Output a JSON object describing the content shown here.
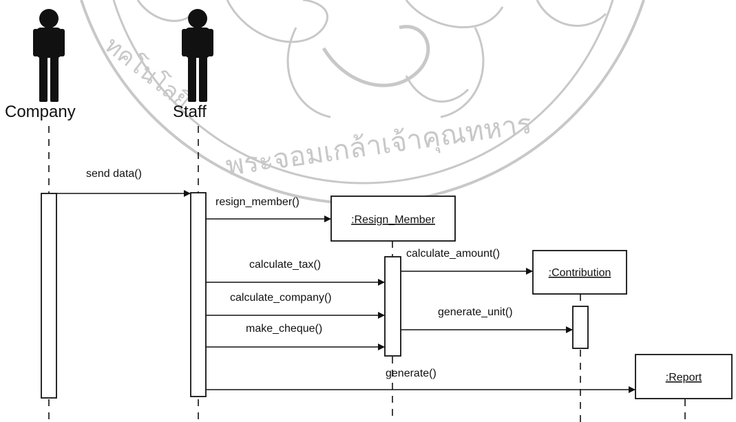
{
  "actors": {
    "company": "Company",
    "staff": "Staff"
  },
  "objects": {
    "resign_member": ":Resign_Member",
    "contribution": ":Contribution",
    "report": ":Report"
  },
  "messages": {
    "send_data": "send data()",
    "resign_member": "resign_member()",
    "calculate_tax": "calculate_tax()",
    "calculate_company": "calculate_company()",
    "make_cheque": "make_cheque()",
    "calculate_amount": "calculate_amount()",
    "generate_unit": "generate_unit()",
    "generate": "generate()"
  },
  "colors": {
    "stroke": "#111111",
    "watermark": "#c8c8c8"
  },
  "watermark": {
    "description": "university seal with Thai script",
    "text_bottom": "พระจอมเกล้าเจ้าคุณทหาร",
    "text_left": "ทคโนโลยี"
  }
}
